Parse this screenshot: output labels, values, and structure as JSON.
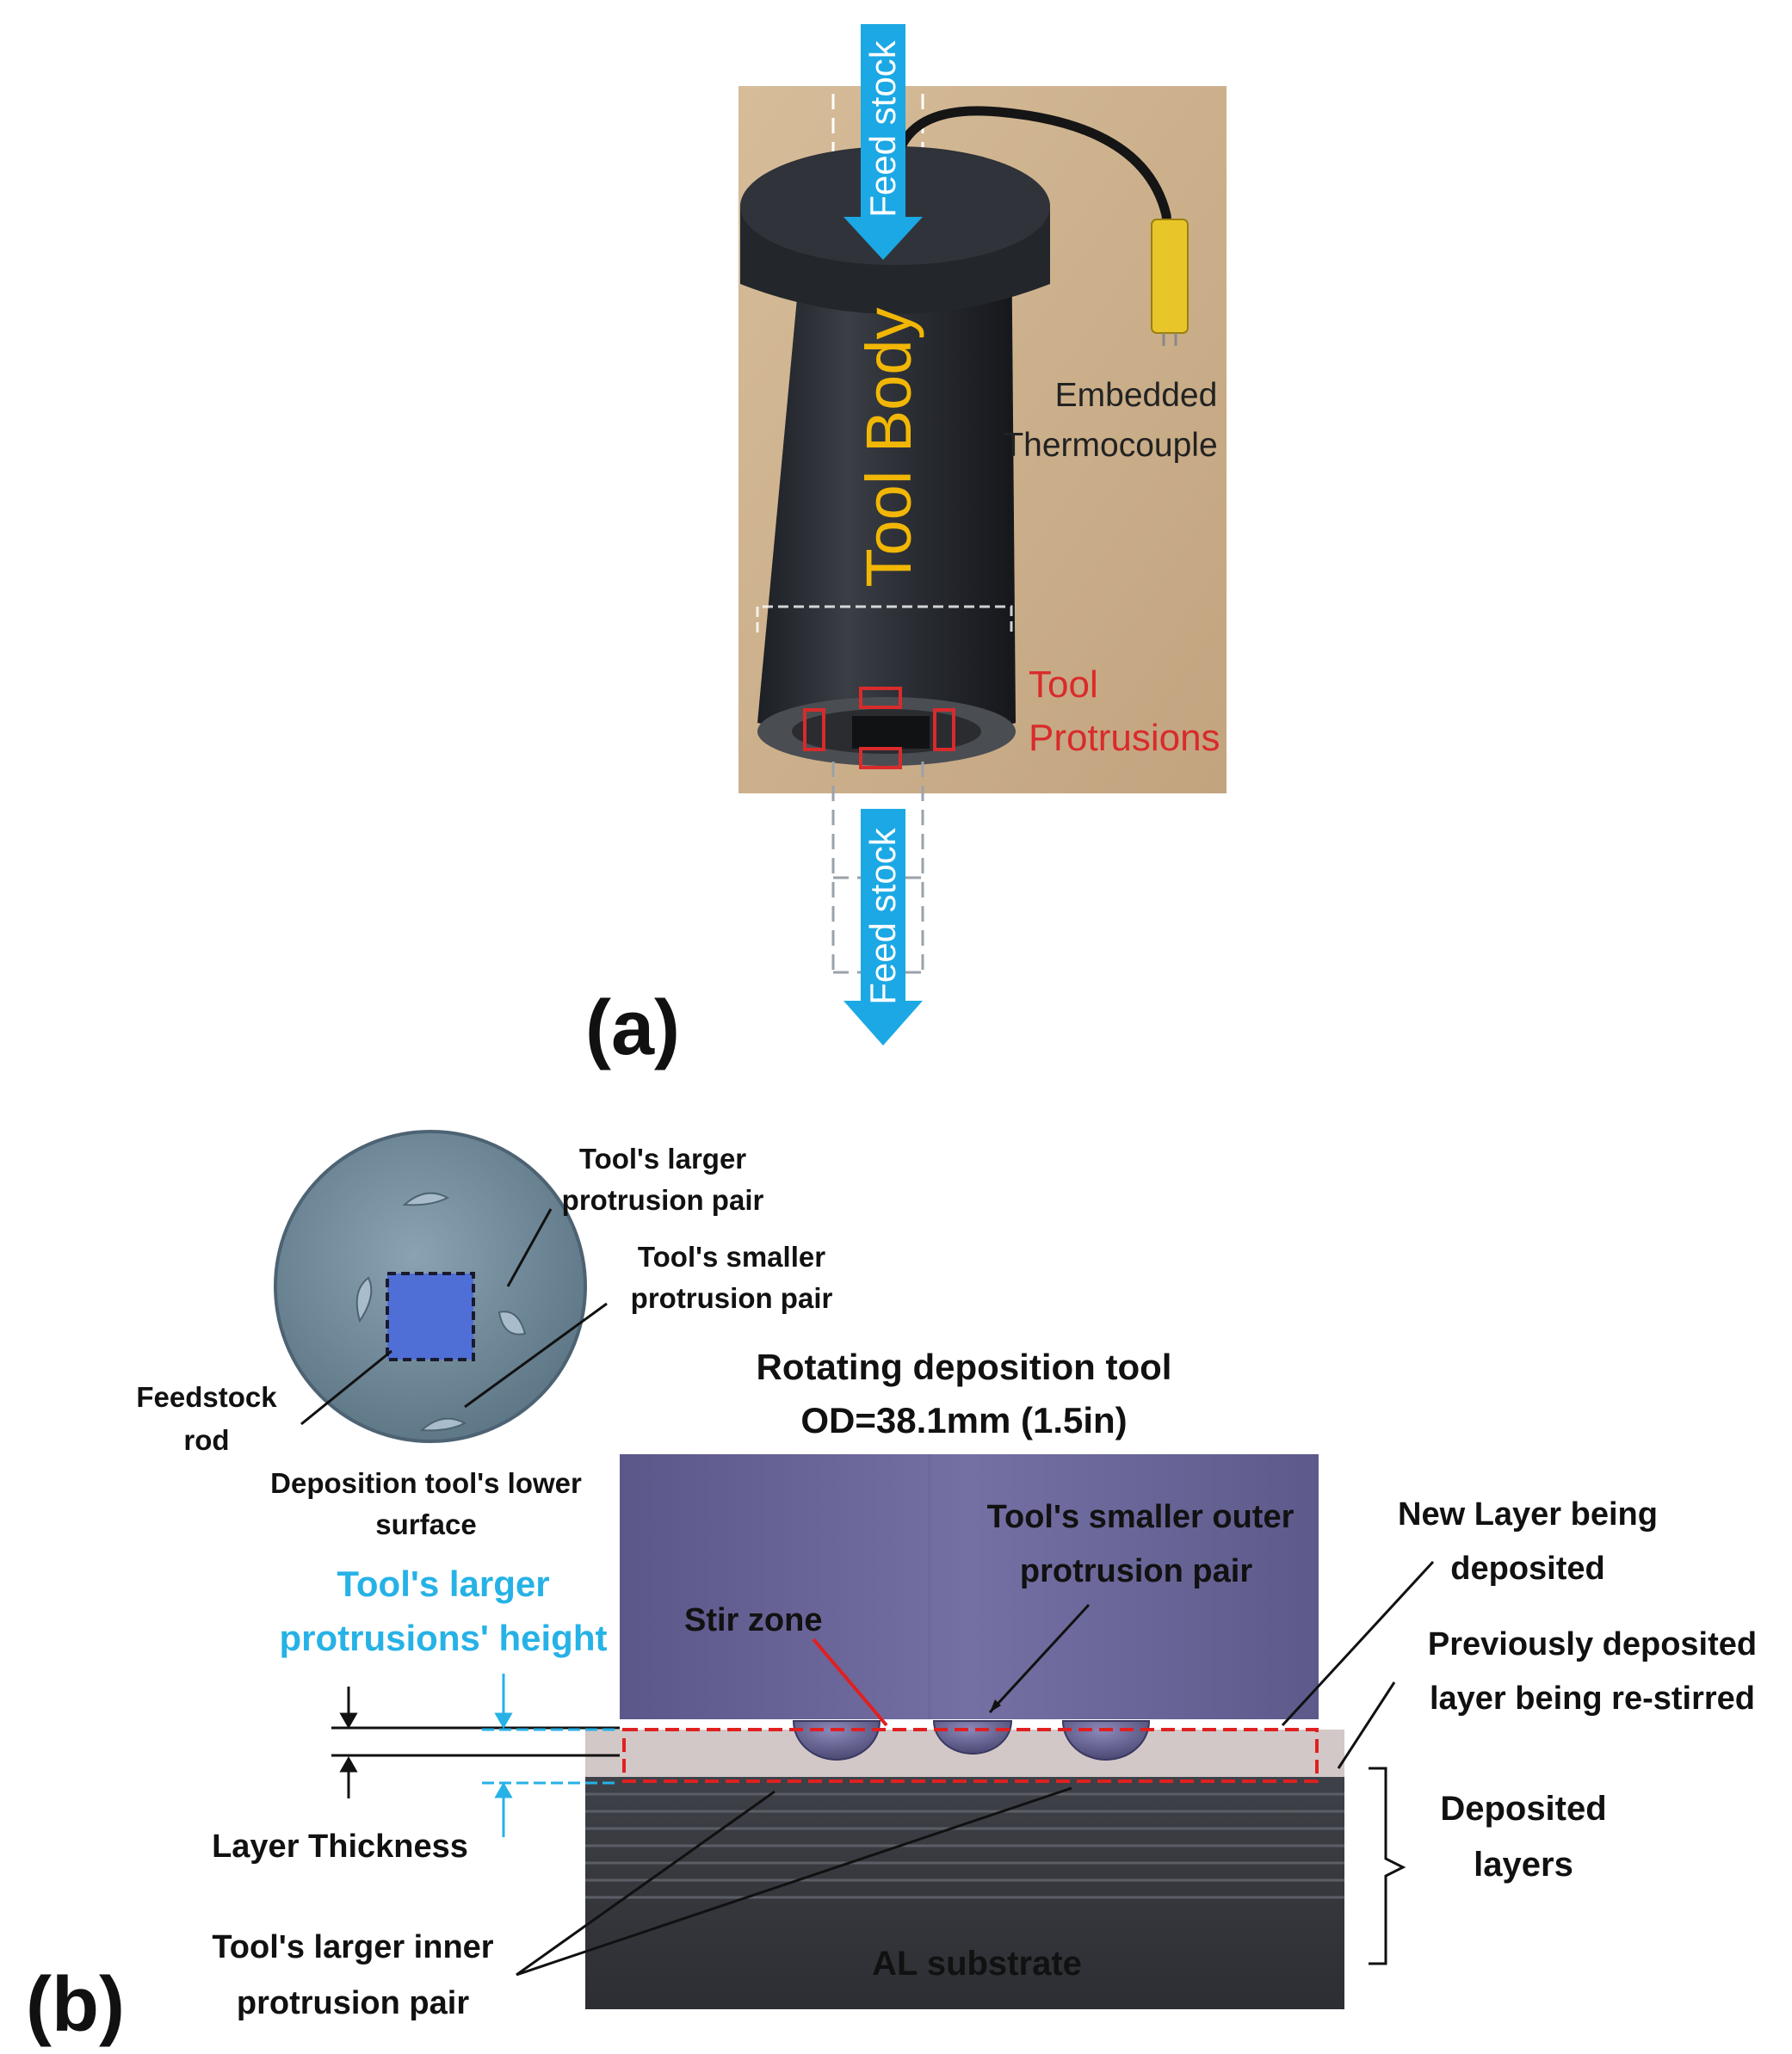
{
  "panel_a": {
    "label": "(a)",
    "feed_stock_top": "Feed stock",
    "feed_stock_bottom": "Feed stock",
    "tool_body": "Tool Body",
    "embedded_line1": "Embedded",
    "embedded_line2": "Thermocouple",
    "protrusions_line1": "Tool",
    "protrusions_line2": "Protrusions"
  },
  "panel_b": {
    "label": "(b)",
    "larger_pair_line1": "Tool's larger",
    "larger_pair_line2": "protrusion pair",
    "smaller_pair_line1": "Tool's smaller",
    "smaller_pair_line2": "protrusion pair",
    "feedstock_rod_line1": "Feedstock",
    "feedstock_rod_line2": "rod",
    "lower_surface_line1": "Deposition tool's lower",
    "lower_surface_line2": "surface",
    "rotating_tool_line1": "Rotating deposition tool",
    "rotating_tool_line2": "OD=38.1mm (1.5in)",
    "larger_height_line1": "Tool's larger",
    "larger_height_line2": "protrusions' height",
    "stir_zone": "Stir zone",
    "smaller_outer_line1": "Tool's smaller outer",
    "smaller_outer_line2": "protrusion pair",
    "new_layer_line1": "New Layer being",
    "new_layer_line2": "deposited",
    "prev_layer_line1": "Previously deposited",
    "prev_layer_line2": "layer being re-stirred",
    "layer_thickness": "Layer Thickness",
    "deposited_line1": "Deposited",
    "deposited_line2": "layers",
    "larger_inner_line1": "Tool's larger inner",
    "larger_inner_line2": "protrusion pair",
    "al_substrate": "AL substrate"
  },
  "colors": {
    "cyan_arrow": "#1ba8e4",
    "cyan_text": "#26b2e6",
    "yellow_text": "#f2b705",
    "red_marker": "#d92b2b",
    "tool_purple": "#6e6a9e",
    "photo_bg": "#c9ad8a"
  }
}
